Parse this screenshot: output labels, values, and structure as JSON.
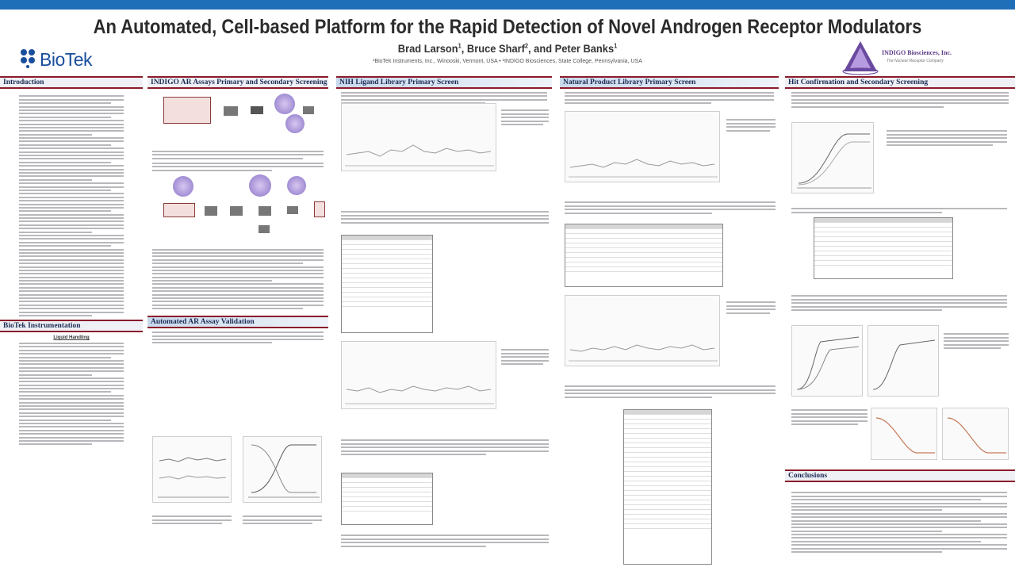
{
  "header": {
    "title": "An Automated, Cell-based Platform for the Rapid Detection of Novel Androgen Receptor Modulators",
    "authors_main": "Brad Larson",
    "author2": "Bruce Sharf",
    "author3": "Peter Banks",
    "sup1": "1",
    "sup2": "2",
    "sup3": "1",
    "affiliation": "¹BioTek Instruments, Inc., Winooski, Vermont, USA • ²INDIGO Biosciences, State College, Pennsylvania, USA",
    "accent_color": "#8b1a2b",
    "topbar_color": "#1f6eb8"
  },
  "logos": {
    "biotek": "BioTek",
    "indigo": "INDIGO Biosciences, Inc.",
    "indigo_tag": "The Nuclear Receptor Company"
  },
  "sections": {
    "intro": "Introduction",
    "instrumentation": "BioTek Instrumentation",
    "indigo_assay": "INDIGO AR Assays Primary and Secondary Screening",
    "validation": "Automated AR Assay Validation",
    "nih_library": "NIH Ligand Library Primary Screen",
    "natural_product": "Natural Product Library Primary Screen",
    "hit_confirmation": "Hit Confirmation and Secondary Screening",
    "conclusions": "Conclusions"
  },
  "instrumentation_subhead": "Liquid Handling"
}
